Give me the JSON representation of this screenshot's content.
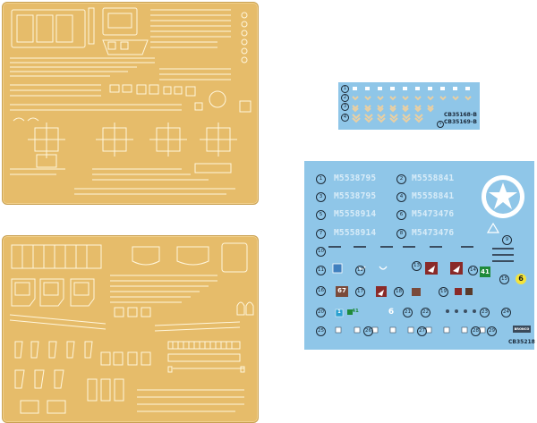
{
  "small_sheet": {
    "codes": [
      "CB35168-B",
      "CB35169-B"
    ],
    "rows": [
      {
        "n": "1"
      },
      {
        "n": "2"
      },
      {
        "n": "3"
      },
      {
        "n": "4"
      },
      {
        "n": "5"
      }
    ]
  },
  "big_sheet": {
    "code": "CB35218",
    "logo": "BRONCO",
    "regs": [
      {
        "n": "1",
        "text": "M5538795"
      },
      {
        "n": "2",
        "text": "M5558841"
      },
      {
        "n": "3",
        "text": "M5538795"
      },
      {
        "n": "4",
        "text": "M5558841"
      },
      {
        "n": "5",
        "text": "M5558914"
      },
      {
        "n": "6",
        "text": "M5473476"
      },
      {
        "n": "7",
        "text": "M5558914"
      },
      {
        "n": "8",
        "text": "M5473476"
      }
    ],
    "numbers": [
      "9",
      "10",
      "11",
      "12",
      "13",
      "14",
      "15",
      "16",
      "17",
      "18",
      "19",
      "20",
      "21",
      "22",
      "23",
      "24",
      "25",
      "26",
      "27",
      "28",
      "29"
    ],
    "markings": {
      "m67": "67",
      "m41": "41",
      "m6": "6",
      "m1": "1",
      "m41b": "41",
      "m6w": "6"
    },
    "colors": {
      "sheet": "#8fc6e8",
      "etch": "#e6bc6a",
      "star": "#ffffff"
    }
  }
}
